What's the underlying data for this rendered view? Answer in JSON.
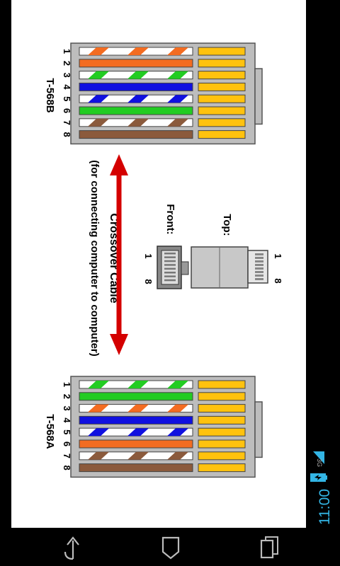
{
  "diagram": {
    "title": "Crossover Cable",
    "subtitle": "(for connecting computer to computer)",
    "connector_b_label": "T-568B",
    "connector_a_label": "T-568A",
    "pin_numbers": [
      "1",
      "2",
      "3",
      "4",
      "5",
      "6",
      "7",
      "8"
    ],
    "top_label": "Top:",
    "front_label": "Front:",
    "top_pin_first": "1",
    "top_pin_last": "8",
    "front_pin_first": "1",
    "front_pin_last": "8",
    "colors": {
      "orange": "#f36c21",
      "green": "#22cc22",
      "blue": "#1010e0",
      "brown": "#8b5a3c",
      "gold": "#ffc20e",
      "arrow_red": "#d40000",
      "connector_gray": "#bdbdbd"
    },
    "t568b_wires": [
      {
        "pin": "1",
        "color": "orange",
        "striped": true
      },
      {
        "pin": "2",
        "color": "orange",
        "striped": false
      },
      {
        "pin": "3",
        "color": "green",
        "striped": true
      },
      {
        "pin": "4",
        "color": "blue",
        "striped": false
      },
      {
        "pin": "5",
        "color": "blue",
        "striped": true
      },
      {
        "pin": "6",
        "color": "green",
        "striped": false
      },
      {
        "pin": "7",
        "color": "brown",
        "striped": true
      },
      {
        "pin": "8",
        "color": "brown",
        "striped": false
      }
    ],
    "t568a_wires": [
      {
        "pin": "1",
        "color": "green",
        "striped": true
      },
      {
        "pin": "2",
        "color": "green",
        "striped": false
      },
      {
        "pin": "3",
        "color": "orange",
        "striped": true
      },
      {
        "pin": "4",
        "color": "blue",
        "striped": false
      },
      {
        "pin": "5",
        "color": "blue",
        "striped": true
      },
      {
        "pin": "6",
        "color": "orange",
        "striped": false
      },
      {
        "pin": "7",
        "color": "brown",
        "striped": true
      },
      {
        "pin": "8",
        "color": "brown",
        "striped": false
      }
    ]
  },
  "status_bar": {
    "time": "11:00",
    "network": "3G",
    "icons": [
      "signal-icon",
      "battery-charging-icon"
    ]
  },
  "nav_bar": {
    "buttons": [
      "back-icon",
      "home-icon",
      "recent-apps-icon"
    ]
  }
}
